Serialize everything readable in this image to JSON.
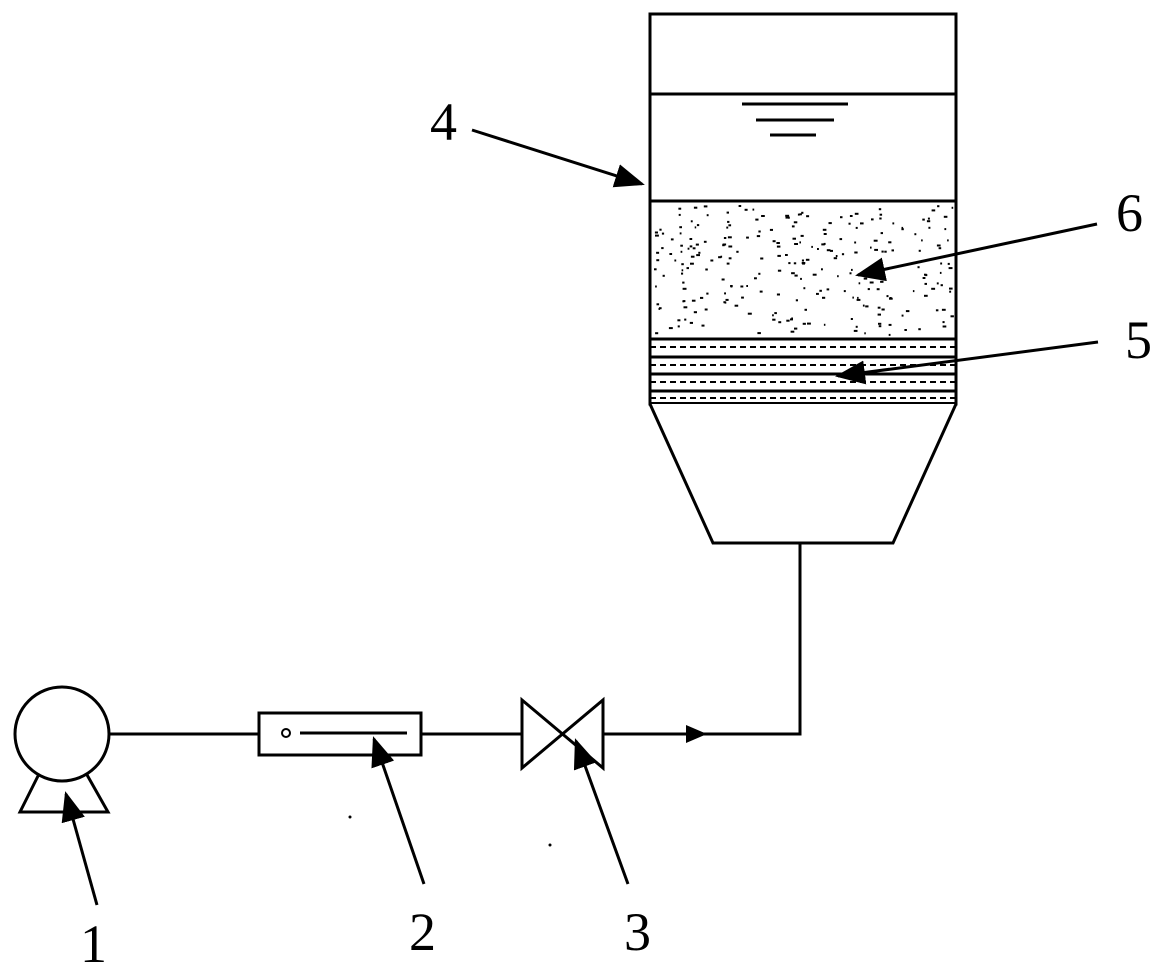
{
  "labels": {
    "pump": "1",
    "flowmeter": "2",
    "valve": "3",
    "column": "4",
    "support_layer": "5",
    "filter_media": "6"
  },
  "colors": {
    "line": "#000000",
    "background": "#ffffff"
  }
}
